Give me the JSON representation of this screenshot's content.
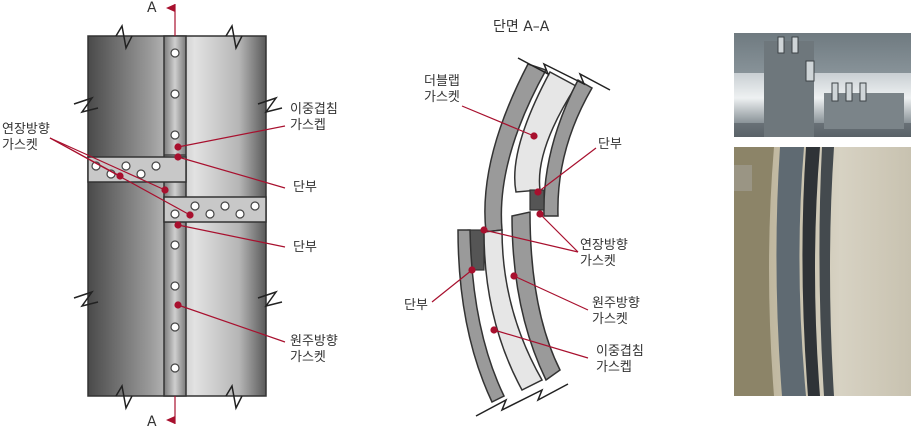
{
  "section_marks": {
    "top": "A",
    "bottom": "A"
  },
  "left_diagram": {
    "labels": {
      "longitudinal_gasket": "연장방향\n가스켓",
      "double_overlap_gasket": "이중겹침\n가스켑",
      "end_1": "단부",
      "end_2": "단부",
      "circumferential_gasket": "원주방향\n가스켓"
    }
  },
  "section_view": {
    "title": "단면 A–A",
    "labels": {
      "double_layer_gasket": "더블랩\n가스켓",
      "end_right": "단부",
      "longitudinal_gasket": "연장방향\n가스켓",
      "end_left": "단부",
      "circumferential_gasket": "원주방향\n가스켓",
      "double_overlap_gasket": "이중겹침\n가스켑"
    }
  },
  "colors": {
    "accent": "#a8102e",
    "pipe_dark": "#4a4a4a",
    "pipe_light": "#d8d8d8",
    "gasket_dark": "#6b6b6b",
    "gasket_light": "#e6e6e6"
  }
}
